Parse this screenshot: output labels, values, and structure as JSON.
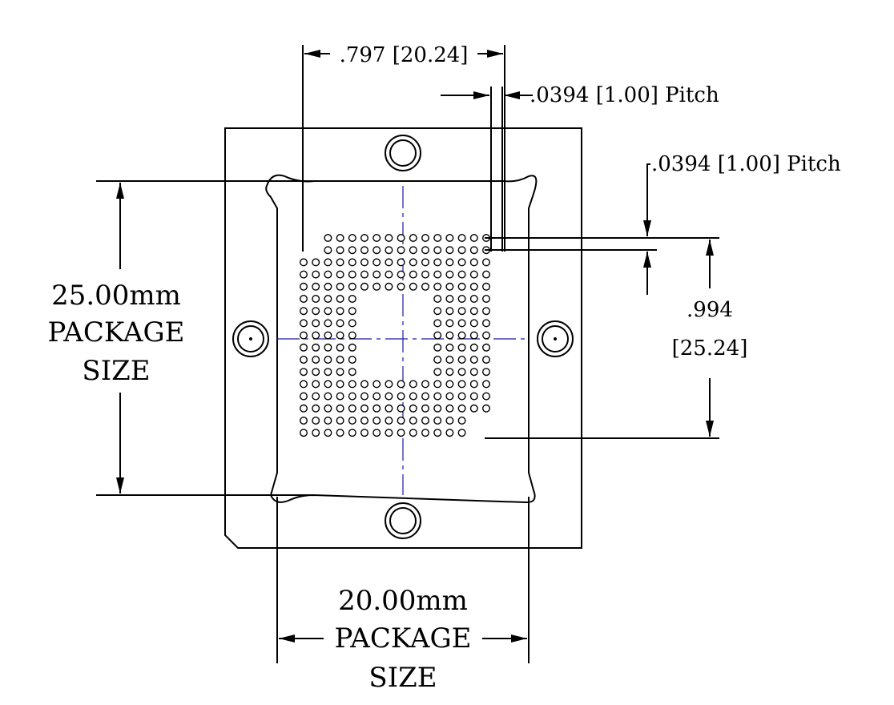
{
  "labels": {
    "top_width": ".797 [20.24]",
    "col_pitch": ".0394 [1.00] Pitch",
    "row_pitch": ".0394 [1.00] Pitch",
    "right_height_1": ".994",
    "right_height_2": "[25.24]",
    "left_size_1": "25.00mm",
    "left_size_2": "PACKAGE",
    "left_size_3": "SIZE",
    "bottom_size_1": "20.00mm",
    "bottom_size_2": "PACKAGE",
    "bottom_size_3": "SIZE"
  },
  "colors": {
    "line": "#000000",
    "centerline": "#1a1aa8",
    "background": "#ffffff"
  },
  "ball_grid": {
    "columns": 16,
    "rows": 17,
    "empty_center": {
      "cols": [
        5,
        10
      ],
      "rows": [
        5,
        11
      ]
    },
    "missing_corners": "top-left and bottom-right 2x2 notches"
  }
}
